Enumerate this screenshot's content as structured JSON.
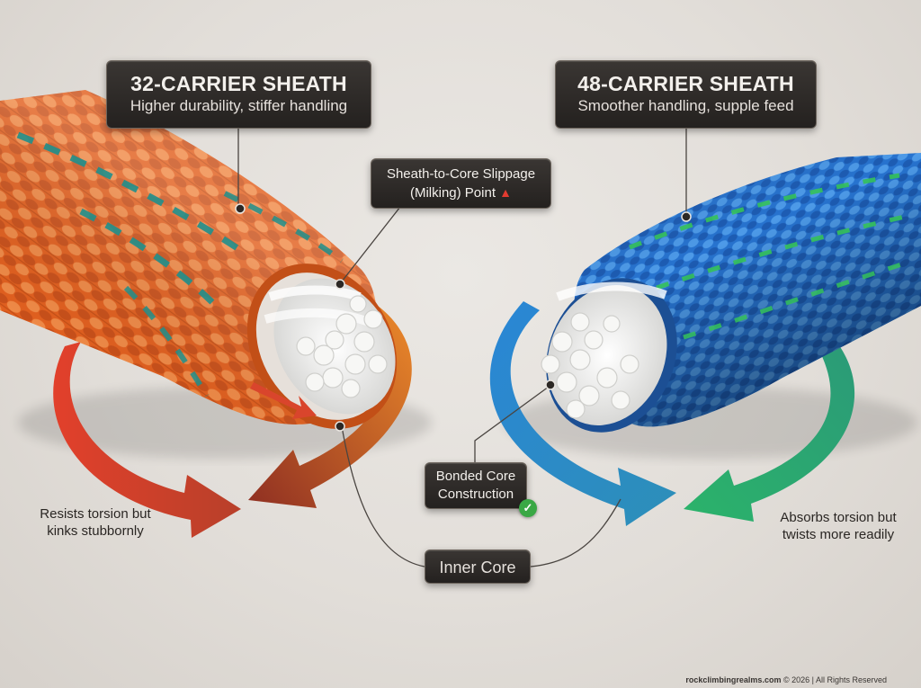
{
  "labels": {
    "left_sheath": {
      "title": "32-CARRIER SHEATH",
      "subtitle": "Higher durability, stiffer handling"
    },
    "right_sheath": {
      "title": "48-CARRIER SHEATH",
      "subtitle": "Smoother handling, supple feed"
    },
    "slippage": {
      "line1": "Sheath-to-Core Slippage",
      "line2": "(Milking) Point",
      "icon": "warning-triangle-icon"
    },
    "bonded_core": {
      "line1": "Bonded Core",
      "line2": "Construction",
      "icon": "check-circle-icon"
    },
    "inner_core": "Inner Core"
  },
  "notes": {
    "left": {
      "line1": "Resists torsion but",
      "line2": "kinks stubbornly"
    },
    "right": {
      "line1": "Absorbs torsion but",
      "line2": "twists more readily"
    }
  },
  "footer": {
    "site": "rockclimbingrealms.com",
    "rights": "© 2026 | All Rights Reserved"
  },
  "colors": {
    "left_rope": "#e8672a",
    "left_stripe": "#1f8f8c",
    "right_rope": "#2f7fd6",
    "right_stripe": "#35c15a",
    "left_arrow_start": "#e2402b",
    "left_arrow_end": "#e98a2c",
    "right_arrow_start": "#2a8bd8",
    "right_arrow_end": "#2fb866",
    "core": "#f4f4f2"
  }
}
